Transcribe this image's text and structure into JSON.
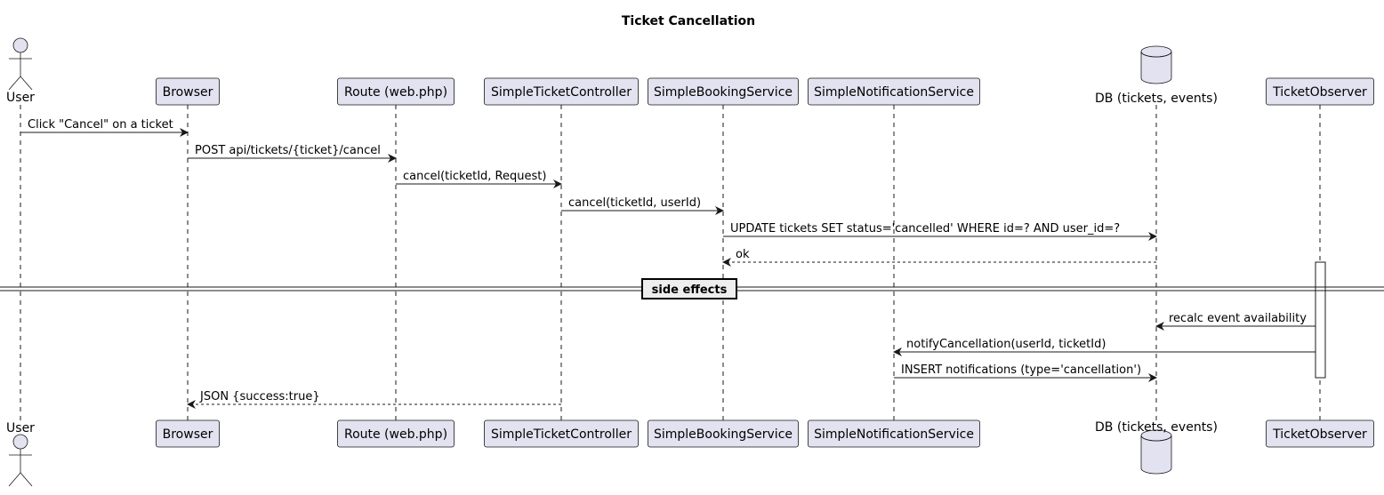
{
  "diagram": {
    "title": "Ticket Cancellation",
    "participants": [
      {
        "id": "user",
        "name": "User",
        "kind": "actor"
      },
      {
        "id": "browser",
        "name": "Browser",
        "kind": "box"
      },
      {
        "id": "route",
        "name": "Route (web.php)",
        "kind": "box"
      },
      {
        "id": "controller",
        "name": "SimpleTicketController",
        "kind": "box"
      },
      {
        "id": "booking",
        "name": "SimpleBookingService",
        "kind": "box"
      },
      {
        "id": "notification",
        "name": "SimpleNotificationService",
        "kind": "box"
      },
      {
        "id": "db",
        "name": "DB (tickets, events)",
        "kind": "database"
      },
      {
        "id": "observer",
        "name": "TicketObserver",
        "kind": "box"
      }
    ],
    "messages": [
      {
        "from": "user",
        "to": "browser",
        "text": "Click \"Cancel\" on a ticket",
        "style": "solid"
      },
      {
        "from": "browser",
        "to": "route",
        "text": "POST api/tickets/{ticket}/cancel",
        "style": "solid"
      },
      {
        "from": "route",
        "to": "controller",
        "text": "cancel(ticketId, Request)",
        "style": "solid"
      },
      {
        "from": "controller",
        "to": "booking",
        "text": "cancel(ticketId, userId)",
        "style": "solid"
      },
      {
        "from": "booking",
        "to": "db",
        "text": "UPDATE tickets SET status='cancelled' WHERE id=? AND user_id=?",
        "style": "solid"
      },
      {
        "from": "db",
        "to": "booking",
        "text": "ok",
        "style": "dashed"
      },
      {
        "from": "observer",
        "to": "db",
        "text": "recalc event availability",
        "style": "solid"
      },
      {
        "from": "observer",
        "to": "notification",
        "text": "notifyCancellation(userId, ticketId)",
        "style": "solid"
      },
      {
        "from": "notification",
        "to": "db",
        "text": "INSERT notifications (type='cancellation')",
        "style": "solid"
      },
      {
        "from": "controller",
        "to": "browser",
        "text": "JSON {success:true}",
        "style": "dashed"
      }
    ],
    "divider": {
      "text": "side effects"
    },
    "activation": {
      "participant": "observer"
    },
    "colors": {
      "participant_fill": "#E2E2F0",
      "participant_border": "#181818",
      "line": "#181818",
      "lifeline": "#181818"
    }
  }
}
